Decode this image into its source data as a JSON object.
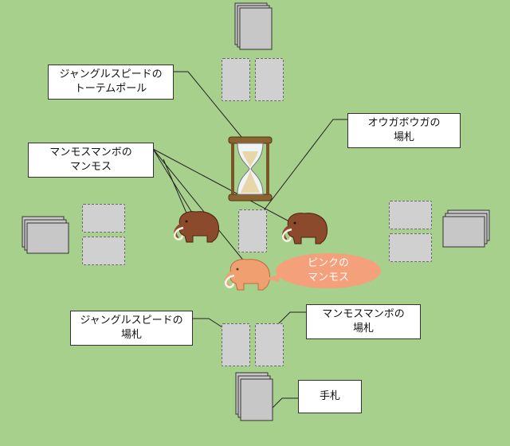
{
  "labels": {
    "totem": {
      "line1": "ジャングルスピードの",
      "line2": "トーテムポール"
    },
    "ougabouga_field": {
      "line1": "オウガボウガの",
      "line2": "場札"
    },
    "mammoth_mambo": {
      "line1": "マンモスマンボの",
      "line2": "マンモス"
    },
    "pink_mammoth": {
      "line1": "ピンクの",
      "line2": "マンモス"
    },
    "jungle_field": {
      "line1": "ジャングルスピードの",
      "line2": "場札"
    },
    "mambo_field": {
      "line1": "マンモスマンボの",
      "line2": "場札"
    },
    "hand": {
      "line1": "手札"
    }
  },
  "icons": {
    "hourglass": "hourglass-icon",
    "mammoth": "mammoth-icon"
  },
  "colors": {
    "background": "#a8d08d",
    "card_fill": "#c7c7c7",
    "slot_fill": "#d0d0d0",
    "mammoth_brown": "#8b4a2b",
    "mammoth_pink": "#f0a070",
    "bubble_fill": "#f4a07a",
    "bubble_text": "#ffffff"
  }
}
